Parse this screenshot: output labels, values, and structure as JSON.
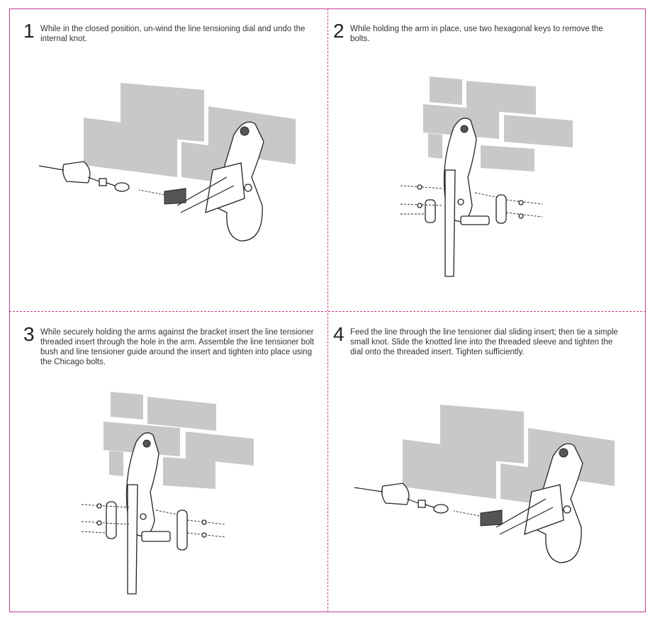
{
  "steps": [
    {
      "number": "1",
      "text": "While in the closed position, un-wind the line tensioning dial and undo the internal knot."
    },
    {
      "number": "2",
      "text": "While holding the arm in place, use two hexagonal keys to remove the bolts."
    },
    {
      "number": "3",
      "text": "While securely holding the arms against the bracket insert the line tensioner threaded insert through the hole in the arm. Assemble the line tensioner bolt bush and line tensioner guide around the insert and tighten into place using the Chicago bolts."
    },
    {
      "number": "4",
      "text": "Feed the line through the line tensioner dial sliding insert; then tie a simple small knot. Slide the knotted line into the threaded sleeve and tighten the dial onto the threaded insert. Tighten sufficiently."
    }
  ],
  "colors": {
    "frame": "#c23e8e",
    "brick": "#c8c8c8",
    "line": "#222222"
  }
}
